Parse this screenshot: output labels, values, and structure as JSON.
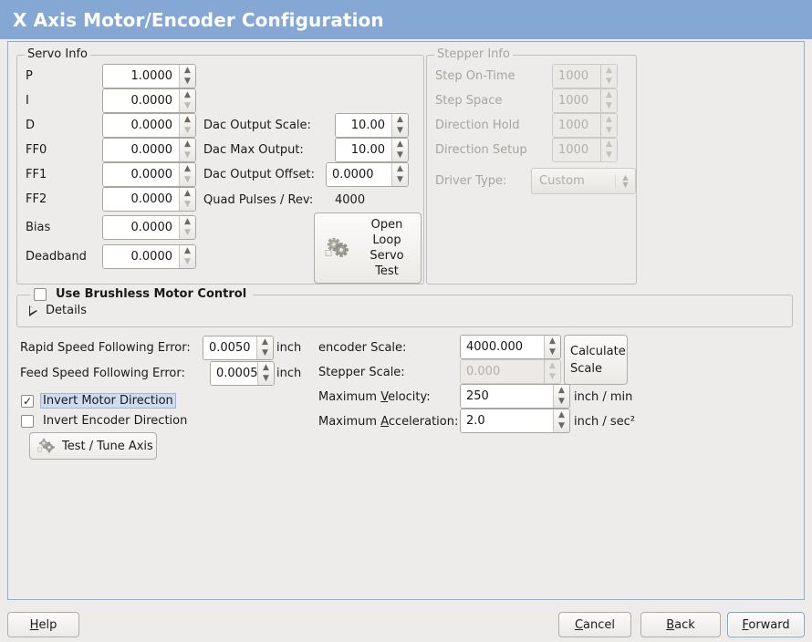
{
  "window": {
    "title": "X Axis Motor/Encoder Configuration",
    "title_bar_color": "#84a7d4",
    "background_color": "#edecea",
    "border_color": "#8daed4"
  },
  "servo_info": {
    "legend": "Servo Info",
    "rows": [
      {
        "label": "P",
        "value": "1.0000"
      },
      {
        "label": "I",
        "value": "0.0000"
      },
      {
        "label": "D",
        "value": "0.0000"
      },
      {
        "label": "FF0",
        "value": "0.0000"
      },
      {
        "label": "FF1",
        "value": "0.0000"
      },
      {
        "label": "FF2",
        "value": "0.0000"
      },
      {
        "label": "Bias",
        "value": "0.0000"
      },
      {
        "label": "Deadband",
        "value": "0.0000"
      }
    ],
    "dac": [
      {
        "label": "Dac Output Scale:",
        "value": "10.00"
      },
      {
        "label": "Dac Max Output:",
        "value": "10.00"
      },
      {
        "label": "Dac Output Offset:",
        "value": "0.0000"
      }
    ],
    "quad_pulses_label": "Quad Pulses / Rev:",
    "quad_pulses_value": "4000",
    "open_loop_button": {
      "line1": "Open",
      "line2": "Loop",
      "line3": "Servo",
      "line4": "Test",
      "icon": "gears-icon"
    }
  },
  "stepper_info": {
    "legend": "Stepper Info",
    "enabled": false,
    "rows": [
      {
        "label": "Step On-Time",
        "value": "1000"
      },
      {
        "label": "Step Space",
        "value": "1000"
      },
      {
        "label": "Direction Hold",
        "value": "1000"
      },
      {
        "label": "Direction Setup",
        "value": "1000"
      }
    ],
    "driver_type_label": "Driver Type:",
    "driver_type_value": "Custom"
  },
  "brushless": {
    "checkbox_label": "Use Brushless Motor Control",
    "checked": false,
    "details_label": "Details",
    "details_expanded": false
  },
  "tuning": {
    "rapid_error_label": "Rapid Speed Following Error:",
    "rapid_error_value": "0.0050",
    "rapid_error_unit": "inch",
    "feed_error_label": "Feed Speed Following Error:",
    "feed_error_value": "0.0005",
    "feed_error_unit": "inch",
    "invert_motor_label": "Invert Motor Direction",
    "invert_motor_checked": true,
    "invert_encoder_label": "Invert Encoder Direction",
    "invert_encoder_checked": false,
    "test_tune_label": "Test / Tune Axis",
    "test_tune_icon": "gears-icon"
  },
  "scales": {
    "encoder_scale_label": "encoder Scale:",
    "encoder_scale_value": "4000.000",
    "stepper_scale_label": "Stepper Scale:",
    "stepper_scale_value": "0.000",
    "stepper_scale_enabled": false,
    "calculate_line1": "Calculate",
    "calculate_line2": "Scale",
    "max_velocity_label_pre": "Maximum ",
    "max_velocity_label_mn": "V",
    "max_velocity_label_post": "elocity:",
    "max_velocity_value": "250",
    "max_velocity_unit": "inch / min",
    "max_accel_label_pre": "Maximum ",
    "max_accel_label_mn": "A",
    "max_accel_label_post": "cceleration:",
    "max_accel_value": "2.0",
    "max_accel_unit": "inch / sec²"
  },
  "actions": {
    "help_mn": "H",
    "help_rest": "elp",
    "cancel_mn": "C",
    "cancel_rest": "ancel",
    "back_mn": "B",
    "back_rest": "ack",
    "forward_mn": "F",
    "forward_rest": "orward",
    "focused": "forward"
  }
}
